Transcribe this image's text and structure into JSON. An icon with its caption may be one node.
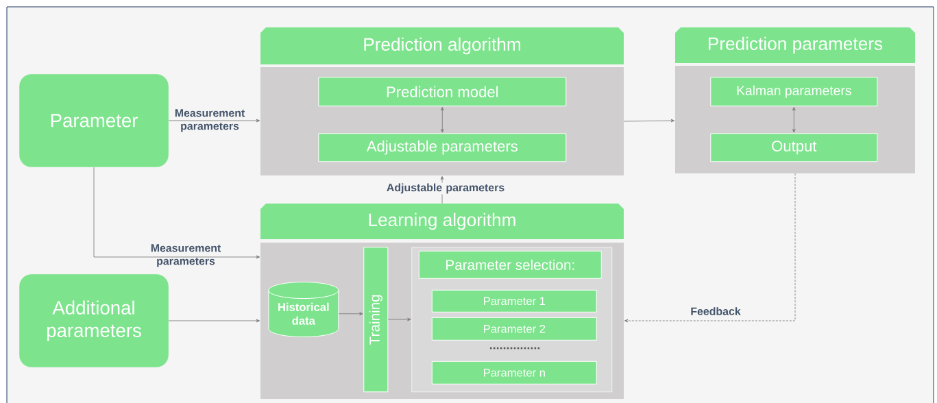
{
  "diagram": {
    "nodes": [
      {
        "text": [
          "Parameter"
        ]
      },
      {
        "text": [
          "Prediction algorithm"
        ]
      },
      {
        "text": [
          "Prediction model"
        ],
        "in": 1
      },
      {
        "text": [
          "Adjustable parameters"
        ],
        "in": 1
      },
      {
        "text": [
          "Prediction parameters"
        ]
      },
      {
        "text": [
          "Kalman parameters"
        ],
        "in": 4
      },
      {
        "text": [
          "Output"
        ],
        "in": 4
      },
      {
        "text": [
          "Learning algorithm"
        ]
      },
      {
        "text": [
          "Historical data"
        ],
        "in": 7
      },
      {
        "text": [
          "Training"
        ],
        "in": 7
      },
      {
        "text": [],
        "shape": "box",
        "in": 7
      },
      {
        "text": [
          "Parameter selection:"
        ],
        "in": 10
      },
      {
        "text": [
          "Parameter 1"
        ],
        "in": 10
      },
      {
        "text": [
          "Parameter 2"
        ],
        "in": 10
      },
      {
        "text": [
          "Parameter n"
        ],
        "in": 10
      },
      {
        "text": [
          "Additional parameters"
        ]
      }
    ],
    "edges": [
      {
        "from": 0,
        "to": 1,
        "arrow": "to",
        "label": "Measurement parameters"
      },
      {
        "from": 2,
        "to": 3,
        "arrow": "both"
      },
      {
        "from": 1,
        "to": 4,
        "arrow": "to"
      },
      {
        "from": 5,
        "to": 6,
        "arrow": "both"
      },
      {
        "from": 7,
        "to": 1,
        "arrow": "to",
        "label": "Adjustable parameters"
      },
      {
        "from": 0,
        "to": 7,
        "arrow": "to",
        "label": "Measurement parameters"
      },
      {
        "from": 15,
        "to": 7,
        "arrow": "to"
      },
      {
        "from": 8,
        "to": 9,
        "arrow": "to"
      },
      {
        "from": 9,
        "to": 10,
        "arrow": "to"
      },
      {
        "from": 4,
        "to": 7,
        "arrow": "to",
        "label": "Feedback",
        "style": "dashed"
      }
    ],
    "labels": [
      "..............."
    ]
  }
}
